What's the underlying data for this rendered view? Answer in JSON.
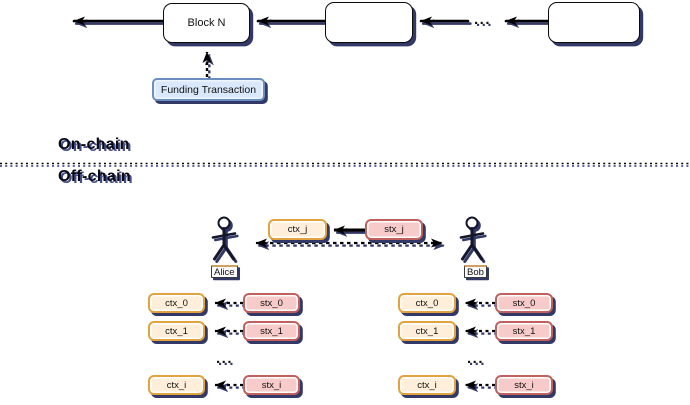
{
  "chain": {
    "block_n_label": "Block N",
    "ellipsis": "...",
    "funding_label": "Funding Transaction"
  },
  "layers": {
    "on_chain": "On-chain",
    "off_chain": "Off-chain"
  },
  "channel": {
    "ctx_label": "ctx_j",
    "stx_label": "stx_j",
    "alice": "Alice",
    "bob": "Bob"
  },
  "alice_txs": {
    "rows": [
      {
        "ctx": "ctx_0",
        "stx": "stx_0"
      },
      {
        "ctx": "ctx_1",
        "stx": "stx_1"
      }
    ],
    "ellipsis": "...",
    "final_row": {
      "ctx": "ctx_i",
      "stx": "stx_i"
    }
  },
  "bob_txs": {
    "rows": [
      {
        "ctx": "ctx_0",
        "stx": "stx_0"
      },
      {
        "ctx": "ctx_1",
        "stx": "stx_1"
      }
    ],
    "ellipsis": "...",
    "final_row": {
      "ctx": "ctx_i",
      "stx": "stx_i"
    }
  },
  "colors": {
    "ctx_fill": "#ffeeda",
    "ctx_border": "#e2a23d",
    "stx_fill": "#f7cbca",
    "stx_border": "#c2605d",
    "funding_fill": "#dae8fc",
    "funding_border": "#6c8ebf",
    "block_fill": "#ffffff",
    "stroke": "#000000",
    "shadow": "#323966"
  }
}
